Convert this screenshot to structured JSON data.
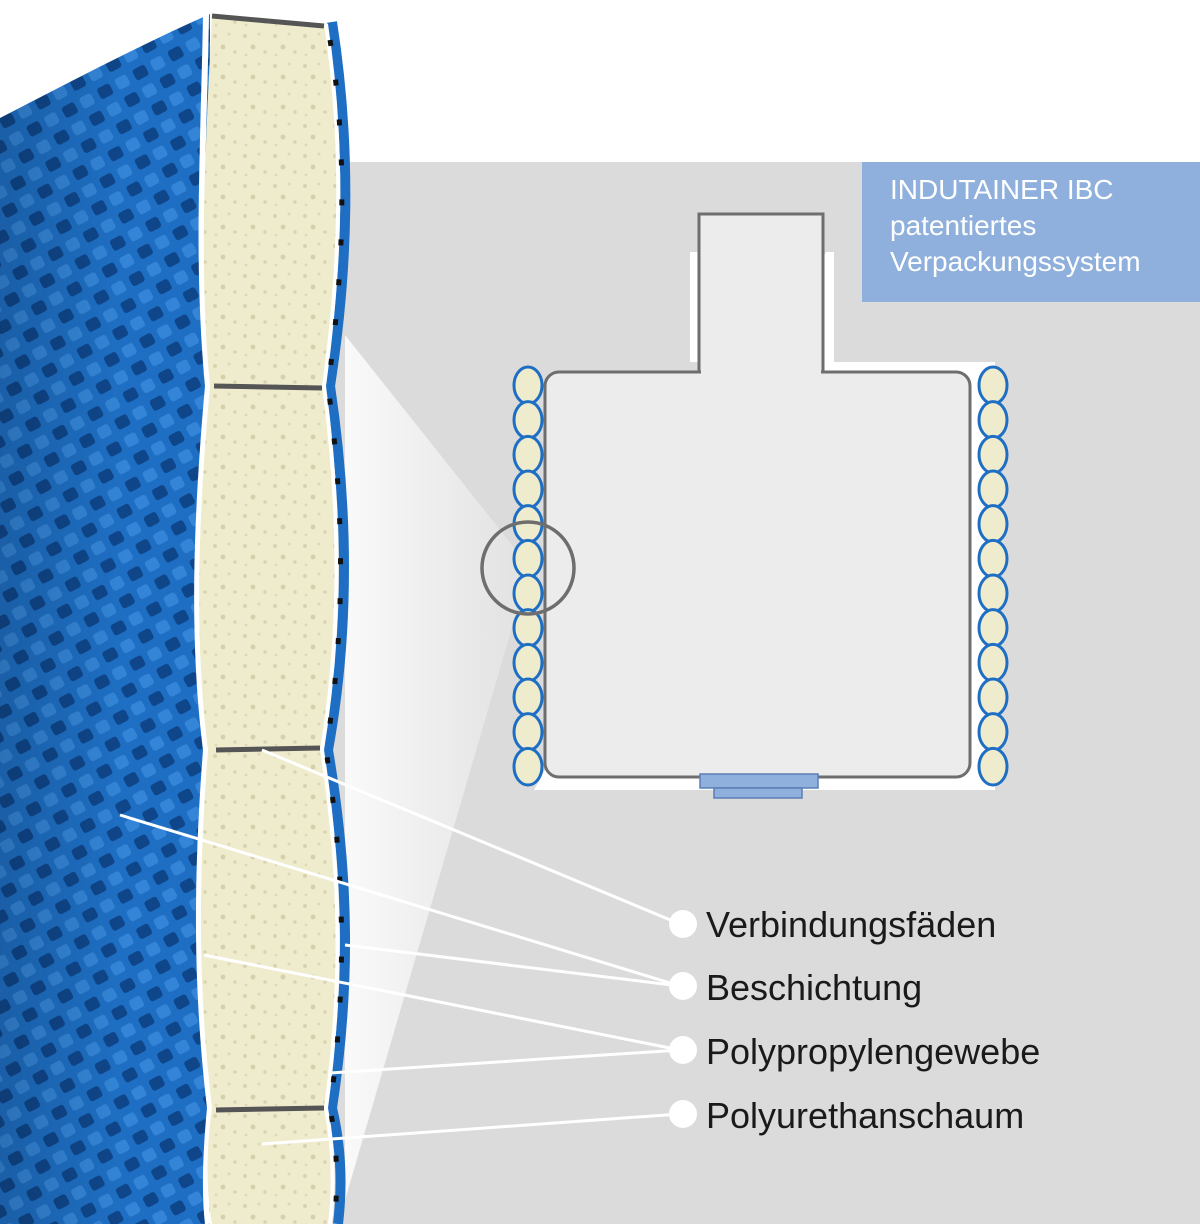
{
  "title_box": {
    "line1": "INDUTAINER IBC",
    "line2": "patentiertes",
    "line3": "Verpackungssystem"
  },
  "legend": [
    "Verbindungsfäden",
    "Beschichtung",
    "Polypropylengewebe",
    "Polyurethanschaum"
  ],
  "colors": {
    "fabric_blue": "#1e6fc4",
    "foam": "#efeccd",
    "background_panel": "#dbdbdb",
    "title_box": "#8fb0dc",
    "container": "#ececec",
    "outline": "#6e6e6e"
  }
}
